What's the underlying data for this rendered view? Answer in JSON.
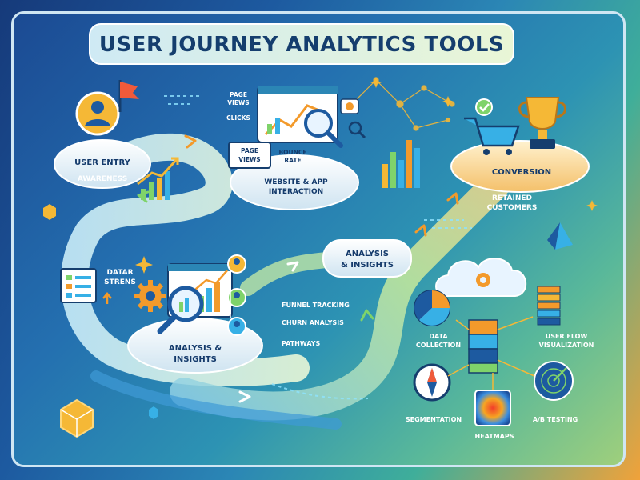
{
  "title": "USER JOURNEY ANALYTICS TOOLS",
  "stages": {
    "entry": {
      "title": "USER ENTRY",
      "subtitle": "AWARENESS"
    },
    "interaction": {
      "title": "WEBSITE & APP",
      "subtitle": "INTERACTION",
      "tags": [
        "PAGE",
        "VIEWS",
        "CLICKS",
        "BOUNCE",
        "RATE"
      ],
      "screen_label": [
        "PAGE",
        "VIEWS"
      ]
    },
    "conversion": {
      "title": "CONVERSION",
      "subtitle": [
        "RETAINED",
        "CUSTOMERS"
      ]
    },
    "analysis_mid": {
      "title": [
        "ANALYSIS",
        "& INSIGHTS"
      ]
    },
    "analysis_main": {
      "title": [
        "ANALYSIS &",
        "INSIGHTS"
      ]
    }
  },
  "side_note": [
    "DATAR",
    "STRENS"
  ],
  "features": [
    "FUNNEL TRACKING",
    "CHURN ANALYSIS",
    "PATHWAYS"
  ],
  "tools": {
    "data_collection": [
      "DATA",
      "COLLECTION"
    ],
    "user_flow": [
      "USER FLOW",
      "VISUALIZATION"
    ],
    "segmentation": "SEGMENTATION",
    "heatmaps": "HEATMAPS",
    "ab_testing": "A/B TESTING"
  },
  "colors": {
    "navy": "#153e6e",
    "accent_orange": "#f39a2b",
    "accent_green": "#7fd36a",
    "platform": "#eaf4fb",
    "gold": "#f5b836"
  }
}
